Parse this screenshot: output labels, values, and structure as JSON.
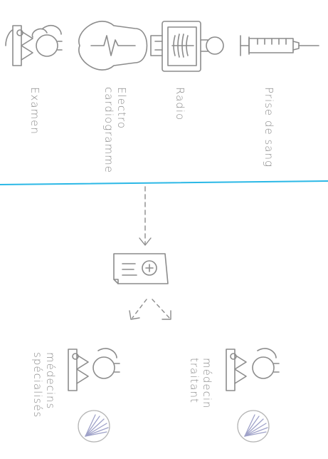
{
  "colors": {
    "stroke": "#8c8c8c",
    "text": "#8a8a8a",
    "divider": "#2bb8e6",
    "fan": "#9fa2c9"
  },
  "icons": {
    "prise_de_sang": "syringe-icon",
    "radio": "xray-icon",
    "electrocardiogramme": "heart-ecg-icon",
    "examen": "doctor-icon",
    "document": "document-icon",
    "medecin_traitant": "doctor-icon",
    "medecins_specialises": "doctor-icon",
    "fan": "fan-logo-icon"
  },
  "labels": {
    "prise_de_sang": "Prise de sang",
    "radio": "Radio",
    "electro_line1": "Electro",
    "electro_line2": "cardiogramme",
    "examen": "Examen",
    "medecin_traitant_line1": "médecin",
    "medecin_traitant_line2": "traitant",
    "medecins_specialises_line1": "médecins",
    "medecins_specialises_line2": "spécialisés"
  }
}
